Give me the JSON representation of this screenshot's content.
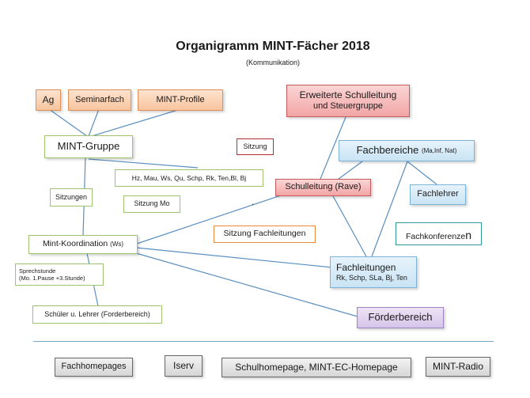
{
  "title": "Organigramm MINT-Fächer 2018",
  "subtitle": "(Kommunikation)",
  "nodes": {
    "ag": "Ag",
    "seminarfach": "Seminarfach",
    "mint_profile": "MINT-Profile",
    "mint_gruppe": "MINT-Gruppe",
    "sitzung": "Sitzung",
    "members": "Hz, Mau, Ws, Qu, Schp,  Rk,  Ten,Bl,  Bj",
    "sitzungen": "Sitzungen",
    "sitzung_mo": "Sitzung Mo",
    "mint_koordination": "Mint-Koordination",
    "mint_koordination_suffix": "(Ws)",
    "sprechstunde_line1": "Sprechstunde",
    "sprechstunde_line2": "(Mo. 1.Pause +3.Stunde)",
    "schueler_lehrer": "Schüler u. Lehrer (Forderbereich)",
    "erweiterte_line1": "Erweiterte Schulleitung",
    "erweiterte_line2": "und Steuergruppe",
    "fachbereiche": "Fachbereiche",
    "fachbereiche_suffix": "(Ma,Inf, Nat)",
    "schulleitung": "Schulleitung (Rave)",
    "fachlehrer": "Fachlehrer",
    "sitzung_fachleitungen": "Sitzung Fachleitungen",
    "fachkonferenzen_main": "Fachkonferenze",
    "fachkonferenzen_tail": "n",
    "fachleitungen_line1": "Fachleitungen",
    "fachleitungen_line2": "Rk, Schp, SLa, Bj, Ten",
    "foerderbereich": "Förderbereich",
    "dot": "."
  },
  "footer": [
    "Fachhomepages",
    "Iserv",
    "Schulhomepage, MINT-EC-Homepage",
    "MINT-Radio"
  ],
  "colors": {
    "connector": "#5b8fbf",
    "orange_border": "#e0915a",
    "green_border": "#9cc46a",
    "red_border": "#c65a5a",
    "dark_red_border": "#b03030",
    "orange_outline": "#e9893a",
    "teal_border": "#2a9a9a",
    "blue_border": "#7eb3d6",
    "purple_border": "#9d83bf"
  }
}
